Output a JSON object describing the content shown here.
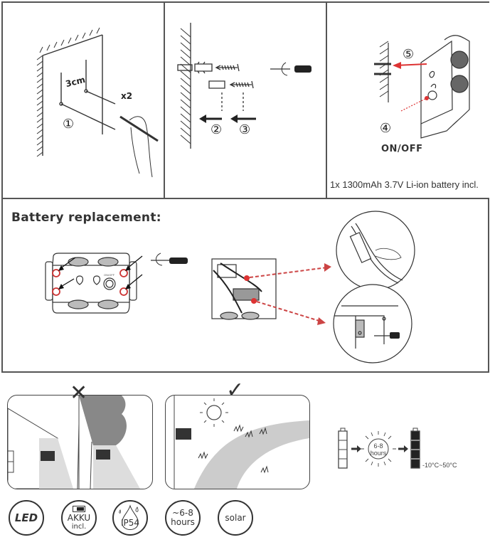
{
  "document": {
    "section_mounting": {
      "step1": {
        "distance_label": "3cm",
        "count_label": "x2",
        "step_number": "①"
      },
      "step2_number": "②",
      "step3_number": "③",
      "step4_number": "④",
      "step5_number": "⑤",
      "switch_label": "ON/OFF",
      "battery_caption": "1x 1300mAh 3.7V Li-ion battery incl."
    },
    "section_battery": {
      "heading": "Battery replacement:",
      "mini_switch_label": "ON/OFF"
    },
    "section_placement": {
      "bad_mark": "✕",
      "good_mark": "✓"
    },
    "charging": {
      "sun_label_line1": "6-8",
      "sun_label_line2": "hours",
      "temperature_range": "-10°C~50°C"
    },
    "badges": [
      {
        "line1": "LED",
        "line2": ""
      },
      {
        "line1": "AKKU",
        "line2": "incl."
      },
      {
        "line1": "IP54",
        "line2": ""
      },
      {
        "line1": "~6-8",
        "line2": "hours"
      },
      {
        "line1": "solar",
        "line2": ""
      }
    ]
  }
}
